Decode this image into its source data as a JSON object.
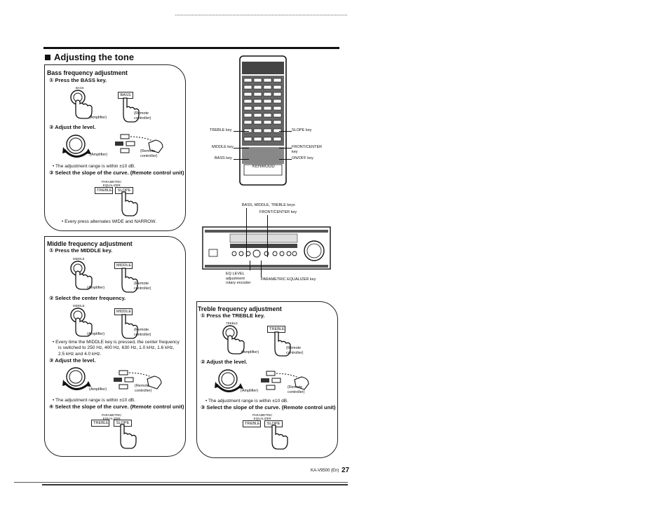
{
  "header": {
    "title": "Adjusting the tone"
  },
  "bass": {
    "heading": "Bass frequency adjustment",
    "step1": "① Press the BASS key.",
    "key_small": "BASS",
    "key_box": "BASS",
    "amp": "(Amplifier)",
    "remote": "(Remote",
    "remote2": "controller)",
    "step2": "② Adjust the level.",
    "range": "•  The adjustment range is within ±10 dB.",
    "step3": "③ Select the slope of the curve. (Remote control unit)",
    "param": "PARAMETRIC",
    "eq": "EQUALIZER",
    "treble_key": "TREBLE",
    "slope_key": "SLOPE",
    "note": "•  Every press alternates WIDE and NARROW."
  },
  "middle": {
    "heading": "Middle frequency adjustment",
    "step1": "① Press the MIDDLE key.",
    "key_small": "MIDDLE",
    "key_box": "MIDDLE",
    "amp": "(Amplifier)",
    "remote": "(Remote",
    "remote2": "controller)",
    "step2": "② Select the center frequency.",
    "note1": "•  Every time the MIDDLE key is pressed, the center frequency",
    "note2": "is switched to 250 Hz, 400 Hz, 630 Hz, 1.0 kHz, 1.6 kHz,",
    "note3": "2.5 kHz and 4.0 kHz.",
    "step3": "③ Adjust the level.",
    "range": "•  The adjustment range is within ±10 dB.",
    "step4": "④ Select the slope of the curve. (Remote control unit)",
    "param": "PARAMETRIC",
    "eq": "EQUALIZER",
    "treble_key": "TREBLE",
    "slope_key": "SLOPE"
  },
  "treble": {
    "heading": "Treble frequency adjustment",
    "step1": "① Press the TREBLE key.",
    "key_small": "TREBLE",
    "key_box": "TREBLE",
    "amp": "(Amplifier)",
    "remote": "(Remote",
    "remote2": "controller)",
    "step2": "② Adjust the level.",
    "range": "•  The adjustment range is within ±10 dB.",
    "step3": "③ Select the slope of the curve. (Remote control unit)",
    "param": "PARAMETRIC",
    "eq": "EQUALIZER",
    "treble_key": "TREBLE",
    "slope_key": "SLOPE"
  },
  "remote_diagram": {
    "treble_key": "TREBLE key",
    "middle_key": "MIDDLE key",
    "bass_key": "BASS key",
    "slope_key": "SLOPE key",
    "front_center": "FRONT/CENTER",
    "front_center2": "key",
    "onoff_key": "ON/OFF key",
    "brand": "KENWOOD"
  },
  "amp_diagram": {
    "bmt_keys": "BASS, MIDDLE, TREBLE keys",
    "front_center": "FRONT/CENTER key",
    "eq_level1": "EQ LEVEL",
    "eq_level2": "adjustment",
    "eq_level3": "rotary encoder",
    "param_eq": "PARAMETRIC EQUALIZER key"
  },
  "footer": {
    "model": "KA-V9500 (En)",
    "page": "27"
  }
}
